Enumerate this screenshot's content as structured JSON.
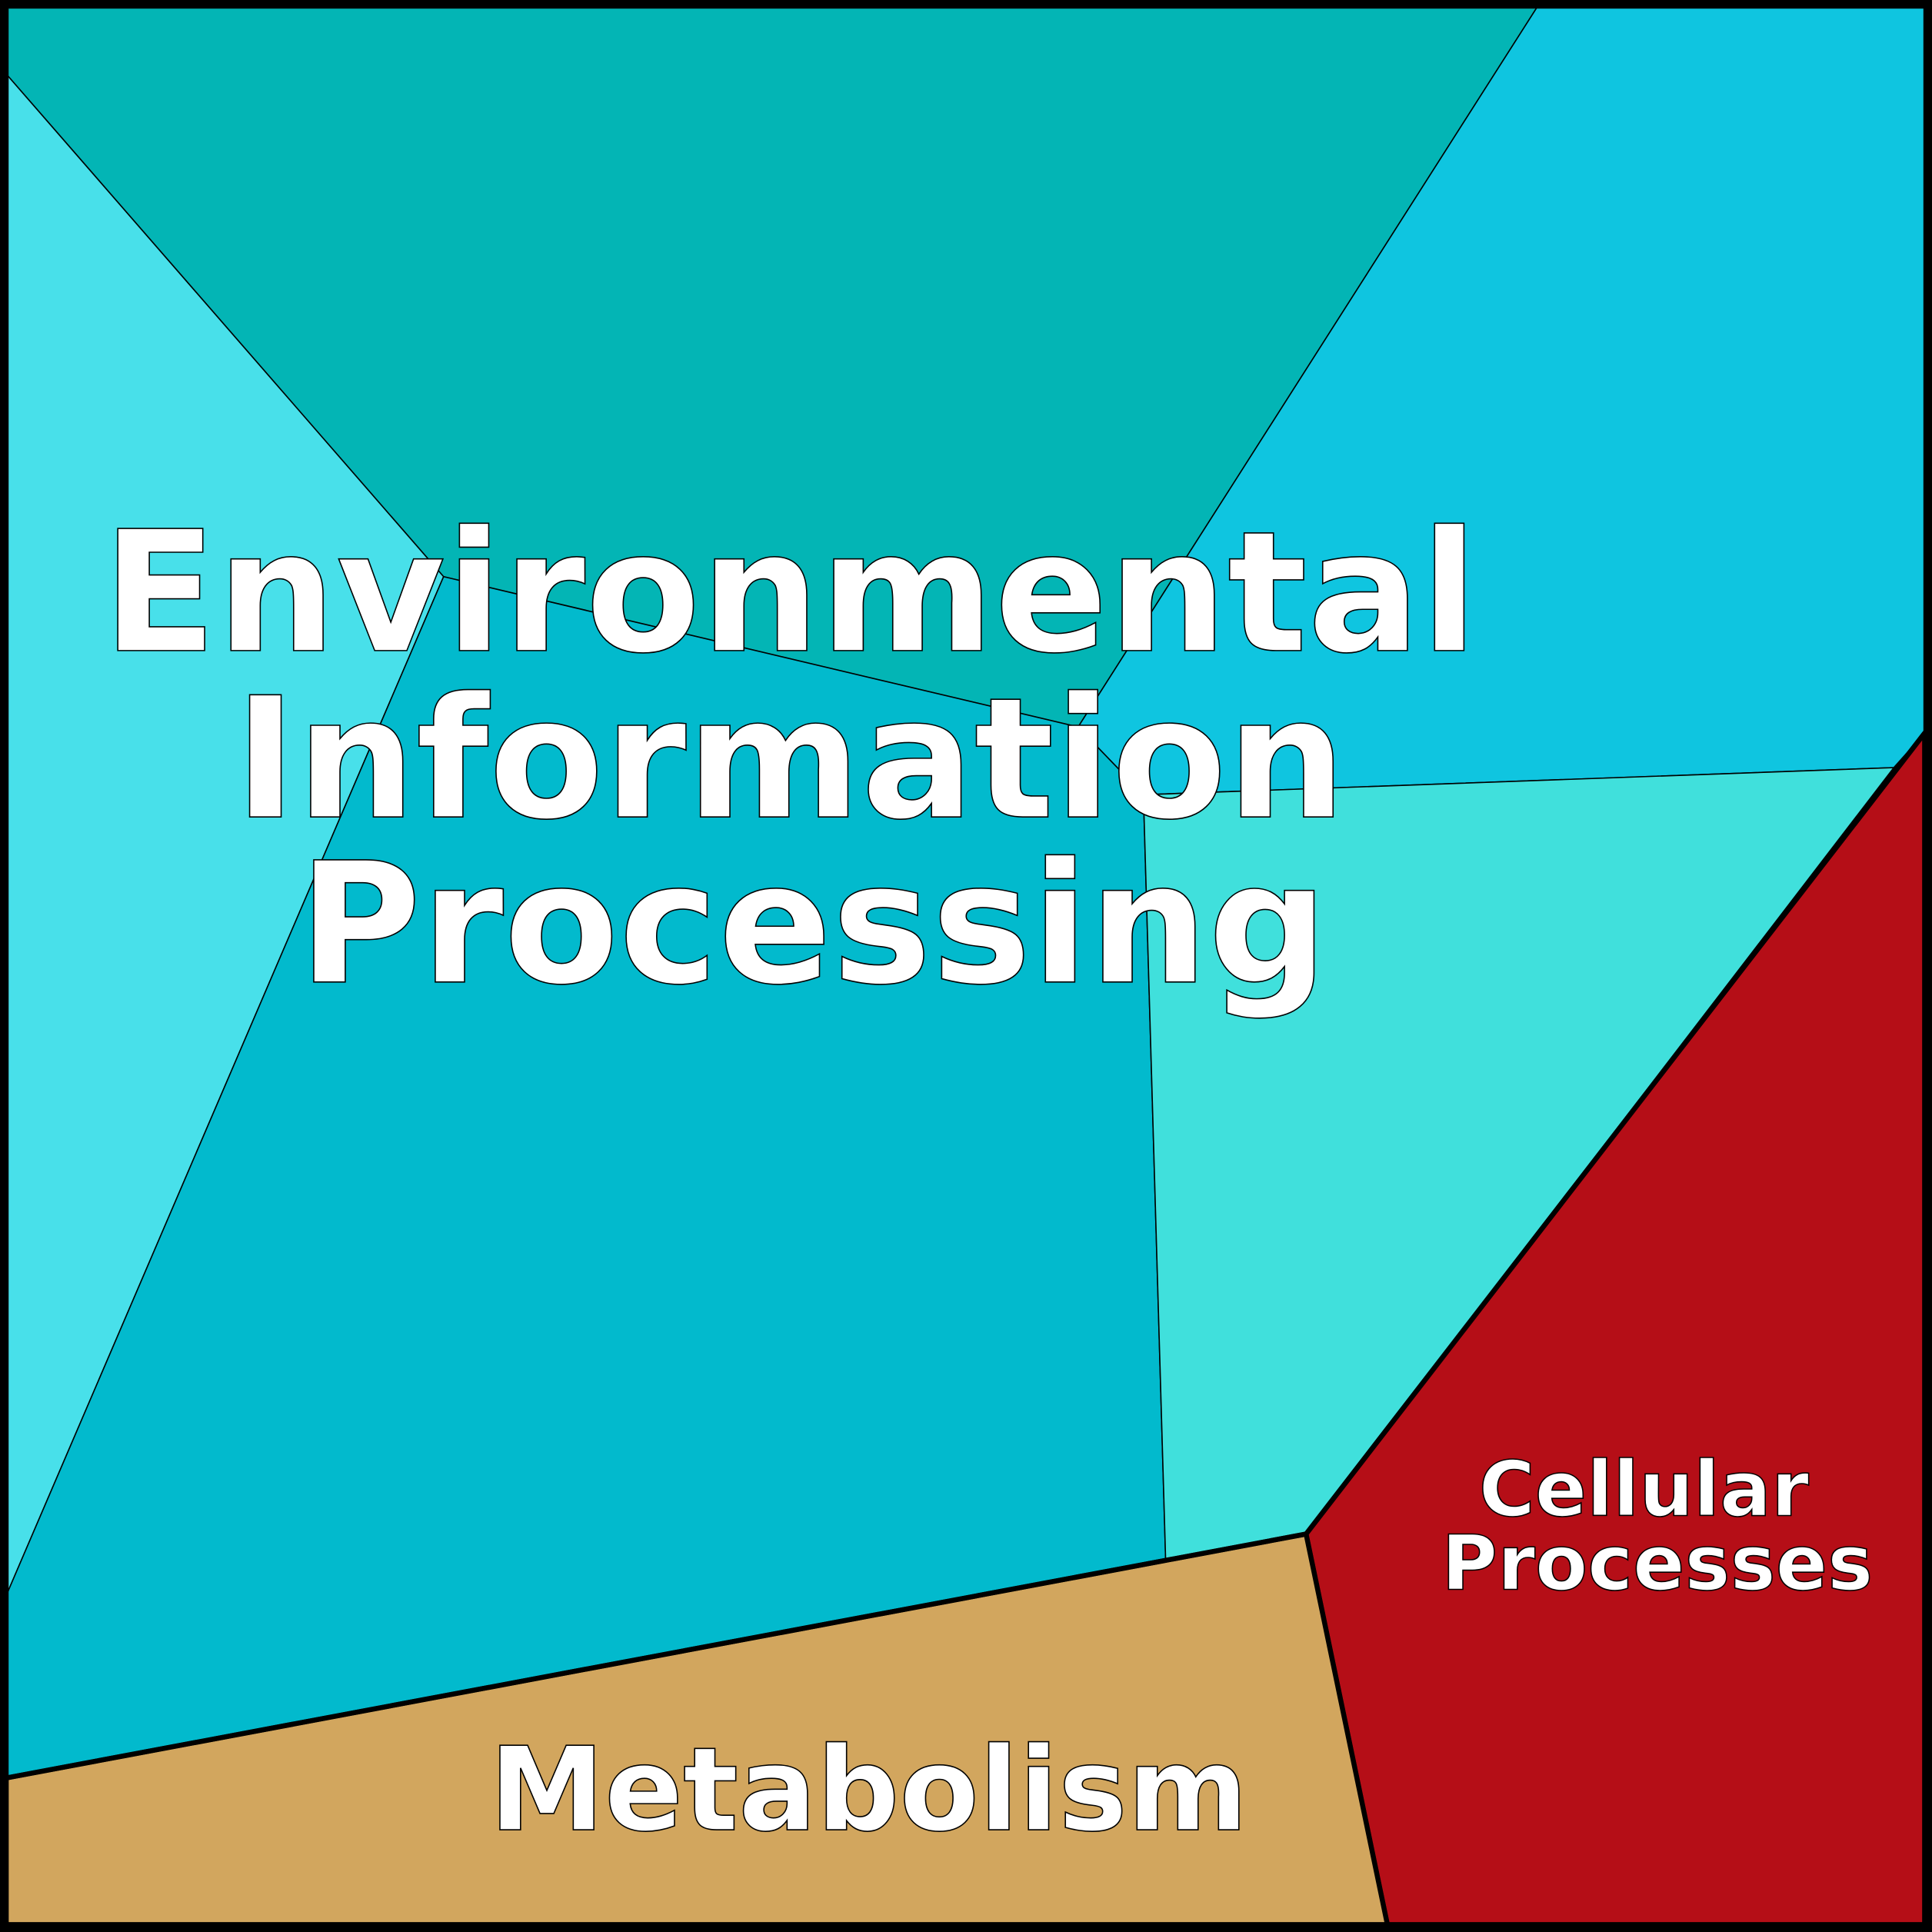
{
  "diagram": {
    "type": "voronoi-treemap",
    "categories": [
      {
        "name": "Environmental Information Processing",
        "lines": [
          "Environmental",
          "Information",
          "Processing"
        ],
        "color": "#02bacd"
      },
      {
        "name": "Cellular Processes",
        "lines": [
          "Cellular",
          "Processes"
        ],
        "color": "#b50e17"
      },
      {
        "name": "Metabolism",
        "lines": [
          "Metabolism"
        ],
        "color": "#d2a65e"
      }
    ],
    "subcell_colors": [
      "#03b5b5",
      "#48e0ea",
      "#0fc5e0",
      "#02bacd",
      "#40e0dc"
    ]
  }
}
